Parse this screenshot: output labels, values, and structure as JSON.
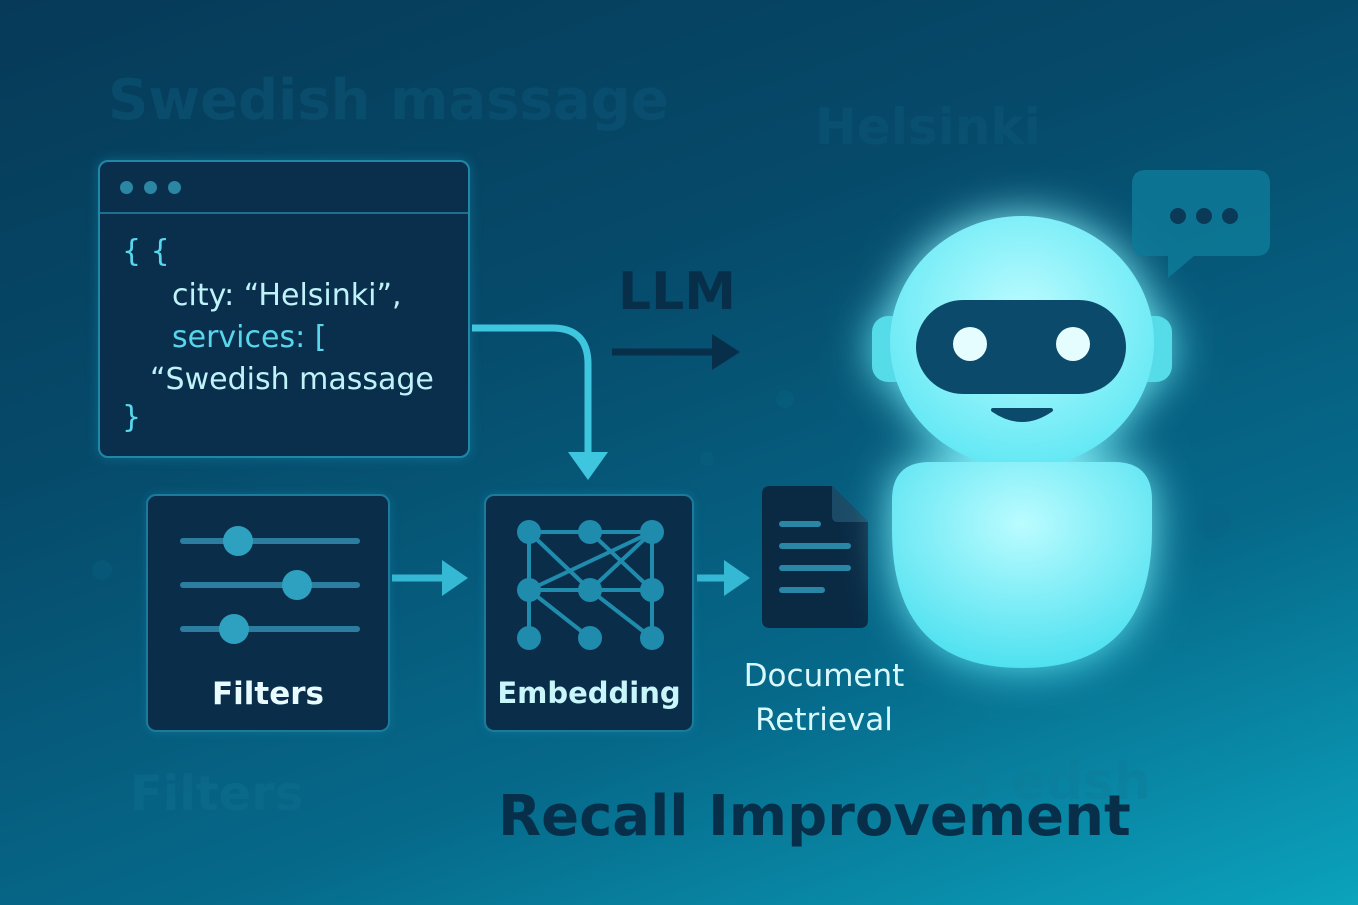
{
  "background_words": {
    "top_left": "Swedish massage",
    "top_right": "Helsinki",
    "bottom_left": "Filters",
    "bottom_right": "S edsh"
  },
  "code": {
    "line1": "{ {",
    "line2": "city: “Helsinki”,",
    "line3": "services: [",
    "line4": "“Swedish massage",
    "line5": "}"
  },
  "labels": {
    "llm": "LLM",
    "filters": "Filters",
    "embedding": "Embedding",
    "document_line1": "Document",
    "document_line2": "Retrieval",
    "title": "Recall Improvement"
  },
  "colors": {
    "accent": "#4fd9ea",
    "robot_glow": "#6ff6ff",
    "dark_text": "#072f4a"
  },
  "icons": [
    "window-dots-icon",
    "sliders-icon",
    "network-icon",
    "document-icon",
    "robot-icon",
    "speech-bubble-icon"
  ]
}
